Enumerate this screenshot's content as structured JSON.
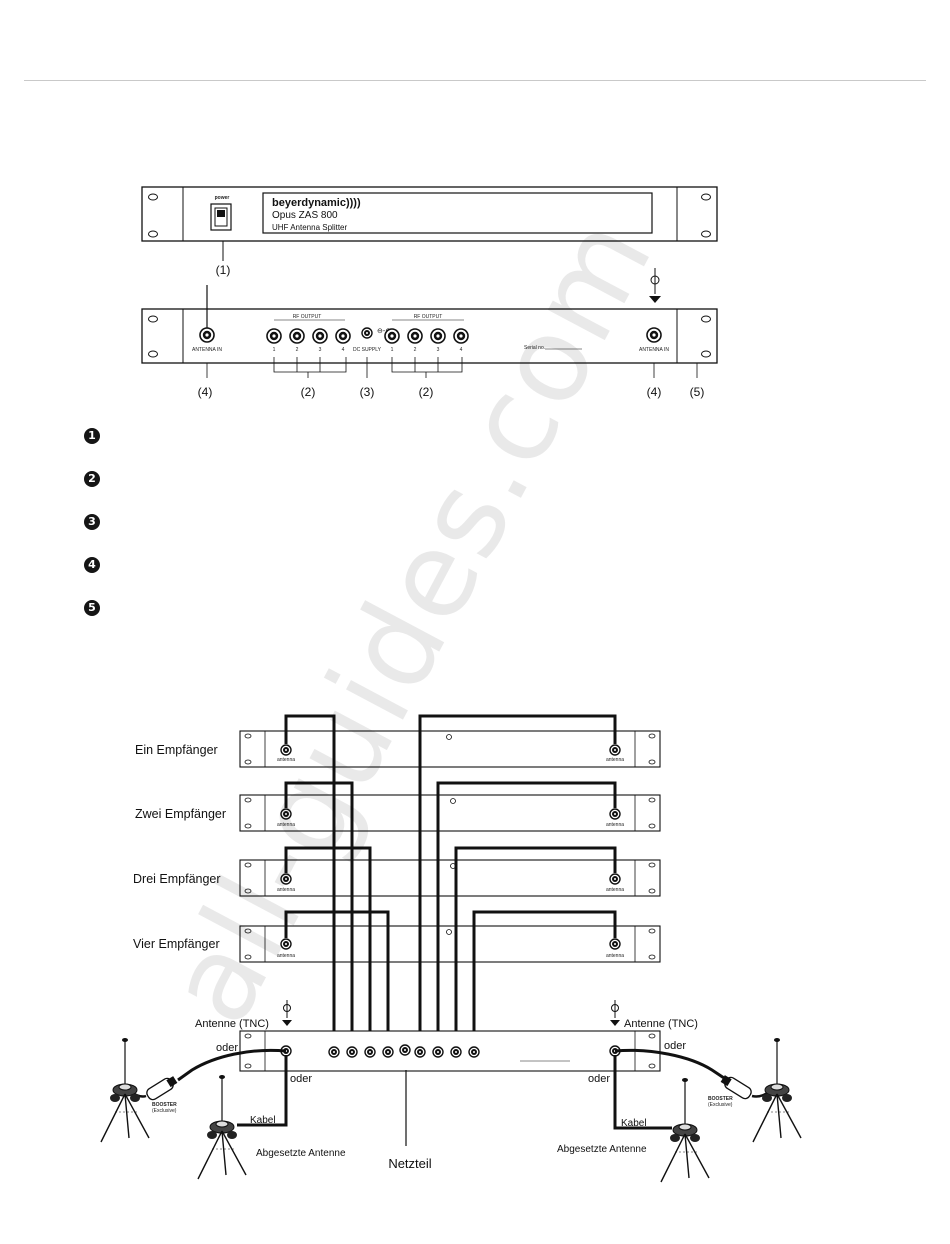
{
  "front_panel": {
    "power_label": "power",
    "brand": "beyerdynamic))))",
    "model": "Opus  ZAS 800",
    "subtitle": "UHF Antenna Splitter"
  },
  "rear_panel": {
    "output_group_a_label": "RF OUTPUT",
    "output_group_b_label": "RF OUTPUT",
    "dc_label": "DC SUPPLY",
    "antenna_left_label": "ANTENNA IN",
    "antenna_right_label": "ANTENNA IN",
    "output_numbers_a": [
      "1",
      "2",
      "3",
      "4"
    ],
    "output_numbers_b": [
      "1",
      "2",
      "3",
      "4"
    ],
    "serial_label": "Serial no."
  },
  "callouts": {
    "c1": "(1)",
    "c2a": "(2)",
    "c3": "(3)",
    "c2b": "(2)",
    "c4a": "(4)",
    "c4b": "(4)",
    "c5": "(5)"
  },
  "numbered_list": [
    "1",
    "2",
    "3",
    "4",
    "5"
  ],
  "receivers": {
    "one": "Ein Empfänger",
    "two": "Zwei Empfänger",
    "three": "Drei Empfänger",
    "four": "Vier Empfänger",
    "jack_label": "antenna"
  },
  "connection": {
    "antenna_tnc_left": "Antenne (TNC)",
    "antenna_tnc_right": "Antenne (TNC)",
    "oder_left_top": "oder",
    "oder_left_bottom": "oder",
    "oder_right_top": "oder",
    "oder_right_bottom": "oder",
    "booster_left": "BOOSTER",
    "booster_left_sub": "(Exclusive)",
    "booster_right": "BOOSTER",
    "booster_right_sub": "(Exclusive)",
    "kabel_left": "Kabel",
    "kabel_right": "Kabel",
    "remote_left": "Abgesetzte Antenne",
    "remote_right": "Abgesetzte Antenne",
    "netzteil": "Netzteil"
  },
  "watermark": "all-guides.com"
}
